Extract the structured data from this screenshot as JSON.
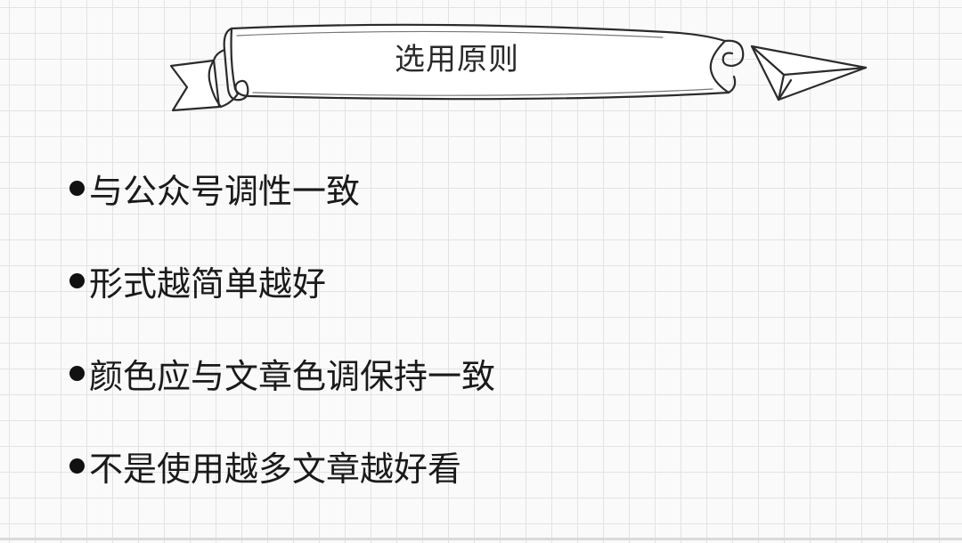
{
  "banner": {
    "title": "选用原则"
  },
  "bullets": [
    {
      "text": "与公众号调性一致"
    },
    {
      "text": "形式越简单越好"
    },
    {
      "text": "颜色应与文章色调保持一致"
    },
    {
      "text": "不是使用越多文章越好看"
    }
  ],
  "icons": {
    "banner": "ribbon-banner-icon",
    "plane": "paper-plane-icon",
    "bullet": "bullet-dot-icon"
  },
  "colors": {
    "background": "#fafafa",
    "grid": "#e3e3e3",
    "text": "#1a1a1a"
  }
}
